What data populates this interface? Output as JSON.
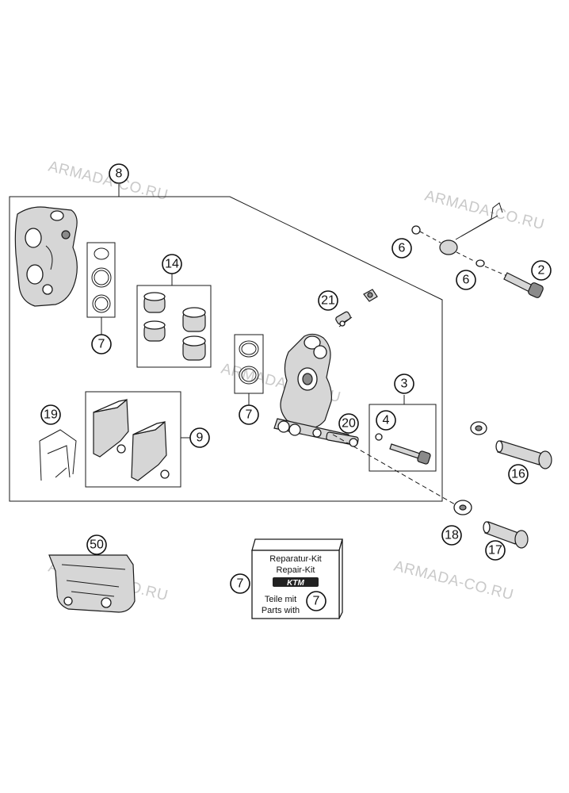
{
  "watermark": "ARMADA-CO.RU",
  "callouts": {
    "c8": "8",
    "c6a": "6",
    "c6b": "6",
    "c2": "2",
    "c21": "21",
    "c14": "14",
    "c7a": "7",
    "c7b": "7",
    "c3": "3",
    "c4": "4",
    "c20": "20",
    "c19": "19",
    "c9": "9",
    "c16": "16",
    "c18": "18",
    "c17": "17",
    "c50": "50",
    "c7c": "7",
    "c7d": "7"
  },
  "repair_kit": {
    "line1": "Reparatur-Kit",
    "line2": "Repair-Kit",
    "logo": "KTM",
    "line3": "Teile mit",
    "line4": "Parts with"
  }
}
